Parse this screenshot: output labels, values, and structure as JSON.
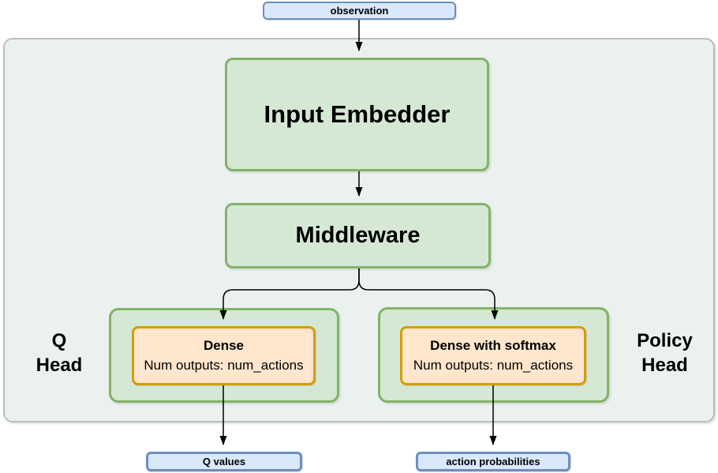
{
  "diagram": {
    "nodes": {
      "observation": {
        "label": "observation"
      },
      "input_embedder": {
        "label": "Input Embedder"
      },
      "middleware": {
        "label": "Middleware"
      },
      "q_head_label": {
        "line1": "Q",
        "line2": "Head"
      },
      "policy_head_label": {
        "line1": "Policy",
        "line2": "Head"
      },
      "q_dense": {
        "title": "Dense",
        "subtitle": "Num outputs: num_actions"
      },
      "policy_dense": {
        "title": "Dense with softmax",
        "subtitle": "Num outputs: num_actions"
      },
      "q_values": {
        "label": "Q values"
      },
      "action_probabilities": {
        "label": "action probabilities"
      }
    },
    "edges": [
      {
        "from": "observation",
        "to": "input_embedder"
      },
      {
        "from": "input_embedder",
        "to": "middleware"
      },
      {
        "from": "middleware",
        "to": "q_dense"
      },
      {
        "from": "middleware",
        "to": "policy_dense"
      },
      {
        "from": "q_dense",
        "to": "q_values"
      },
      {
        "from": "policy_dense",
        "to": "action_probabilities"
      }
    ],
    "colors": {
      "blue_fill": "#dae8fc",
      "blue_stroke": "#6c8ebf",
      "green_fill": "#d5e8d4",
      "green_stroke": "#82b366",
      "orange_fill": "#ffe6cc",
      "orange_stroke": "#d79b00",
      "container_fill": "#eaf1ee",
      "container_stroke": "#b9bdbc",
      "arrow_color": "#000000",
      "text_color": "#000000"
    }
  }
}
